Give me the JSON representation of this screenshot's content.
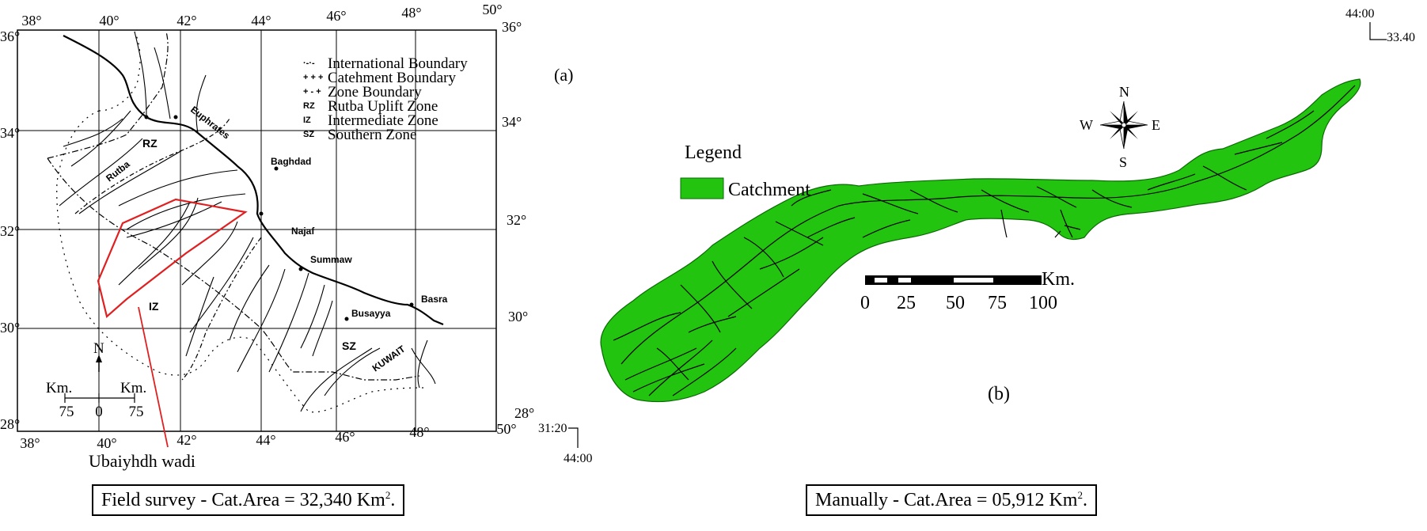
{
  "left_map": {
    "lon_ticks": [
      "38°",
      "40°",
      "42°",
      "44°",
      "46°",
      "48°",
      "50°"
    ],
    "lat_ticks": [
      "36°",
      "34°",
      "32°",
      "30°",
      "28°"
    ],
    "panel_label": "(a)",
    "legend": [
      {
        "symbol": "·-·-",
        "text": "International Boundary"
      },
      {
        "symbol": "+ + +",
        "text": "Catehment Boundary"
      },
      {
        "symbol": "+ - +",
        "text": "Zone Boundary"
      },
      {
        "symbol": "RZ",
        "text": "Rutba Uplift Zone"
      },
      {
        "symbol": "IZ",
        "text": "Intermediate Zone"
      },
      {
        "symbol": "SZ",
        "text": "Southern Zone"
      }
    ],
    "places": {
      "euphrates": "Euphrates",
      "rutba": "Rutba",
      "baghdad": "Baghdad",
      "najaf": "Najaf",
      "summaw": "Summaw",
      "busayya": "Busayya",
      "basra": "Basra",
      "kuwait": "KUWAIT",
      "rz": "RZ",
      "iz": "IZ",
      "sz": "SZ"
    },
    "north_label": "N",
    "scale": {
      "left_label": "Km.",
      "right_label": "Km.",
      "ticks": [
        "75",
        "0",
        "75"
      ]
    },
    "callout": "Ubaiyhdh wadi",
    "area_box": {
      "prefix": "Field survey - Cat.Area = 32,340 Km",
      "sup": "2",
      "suffix": "."
    }
  },
  "corner_coords": {
    "bottom_left_top": "31:20",
    "bottom_left_bottom": "44:00",
    "top_right_top": "44:00",
    "top_right_bottom": "33.40"
  },
  "right_map": {
    "compass": {
      "n": "N",
      "s": "S",
      "e": "E",
      "w": "W"
    },
    "legend_title": "Legend",
    "legend_item": "Catchment",
    "catchment_color": "#22c40f",
    "scale_unit": "Km.",
    "scale_ticks": [
      "0",
      "25",
      "50",
      "75",
      "100"
    ],
    "panel_label": "(b)",
    "area_box": {
      "prefix": "Manually - Cat.Area = 05,912 Km",
      "sup": "2",
      "suffix": "."
    }
  }
}
